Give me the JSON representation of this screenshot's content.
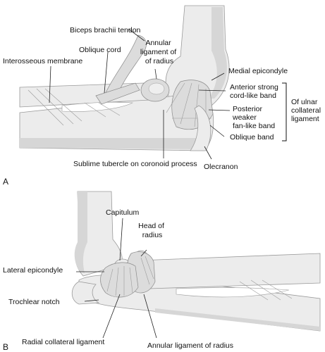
{
  "panels": [
    {
      "letter": "A",
      "labels": {
        "biceps_tendon": "Biceps brachii tendon",
        "oblique_cord": "Oblique cord",
        "interosseous_membrane": "Interosseous membrane",
        "annular_ligament": [
          "Annular",
          "ligament of",
          "of radius"
        ],
        "medial_epicondyle": "Medial epicondyle",
        "anterior_band": [
          "Anterior strong",
          "cord-like band"
        ],
        "posterior_band": [
          "Posterior",
          "weaker",
          "fan-like band"
        ],
        "oblique_band": "Oblique band",
        "ulnar_collateral": [
          "Of ulnar",
          "collateral",
          "ligament"
        ],
        "sublime_tubercle": "Sublime tubercle on coronoid process",
        "olecranon": "Olecranon"
      }
    },
    {
      "letter": "B",
      "labels": {
        "capitulum": "Capitulum",
        "head_of_radius": [
          "Head of",
          "radius"
        ],
        "lateral_epicondyle": "Lateral epicondyle",
        "trochlear_notch": "Trochlear notch",
        "radial_collateral": "Radial collateral ligament",
        "annular_ligament": "Annular ligament of radius"
      }
    }
  ]
}
